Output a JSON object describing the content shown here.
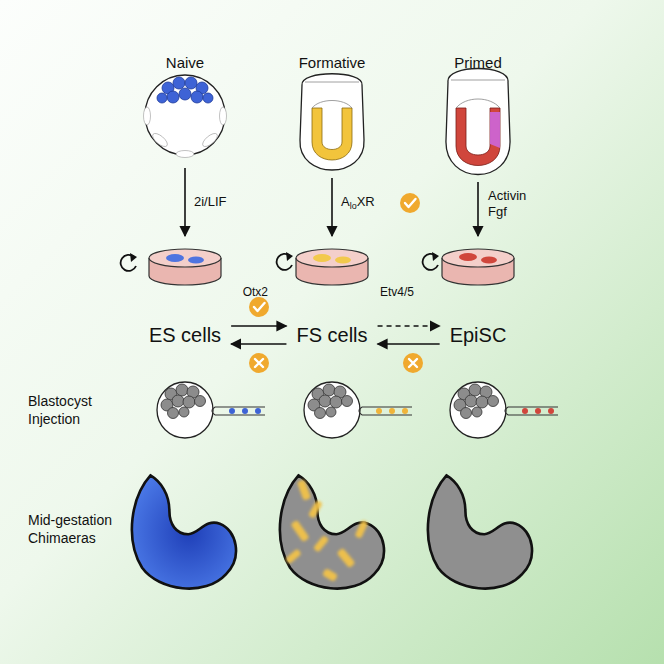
{
  "diagram": {
    "nodes": [
      {
        "text": [
          "ES cells"
        ]
      },
      {
        "text": [
          "FS cells"
        ]
      },
      {
        "text": [
          "EpiSC"
        ]
      }
    ],
    "edges": [
      {
        "from": 0,
        "to": 1,
        "arrow": "to"
      },
      {
        "from": 1,
        "to": 0,
        "arrow": "to"
      },
      {
        "from": 1,
        "to": 2,
        "arrow": "to"
      },
      {
        "from": 2,
        "to": 1,
        "arrow": "to"
      }
    ],
    "labels": [
      "Naive",
      "Formative",
      "Primed",
      "2i/LIF",
      "A",
      "lo",
      "XR",
      "Activin Fgf",
      "Otx2",
      "Etv4/5",
      "Blastocyst Injection",
      "Mid-gestation Chimaeras"
    ]
  }
}
